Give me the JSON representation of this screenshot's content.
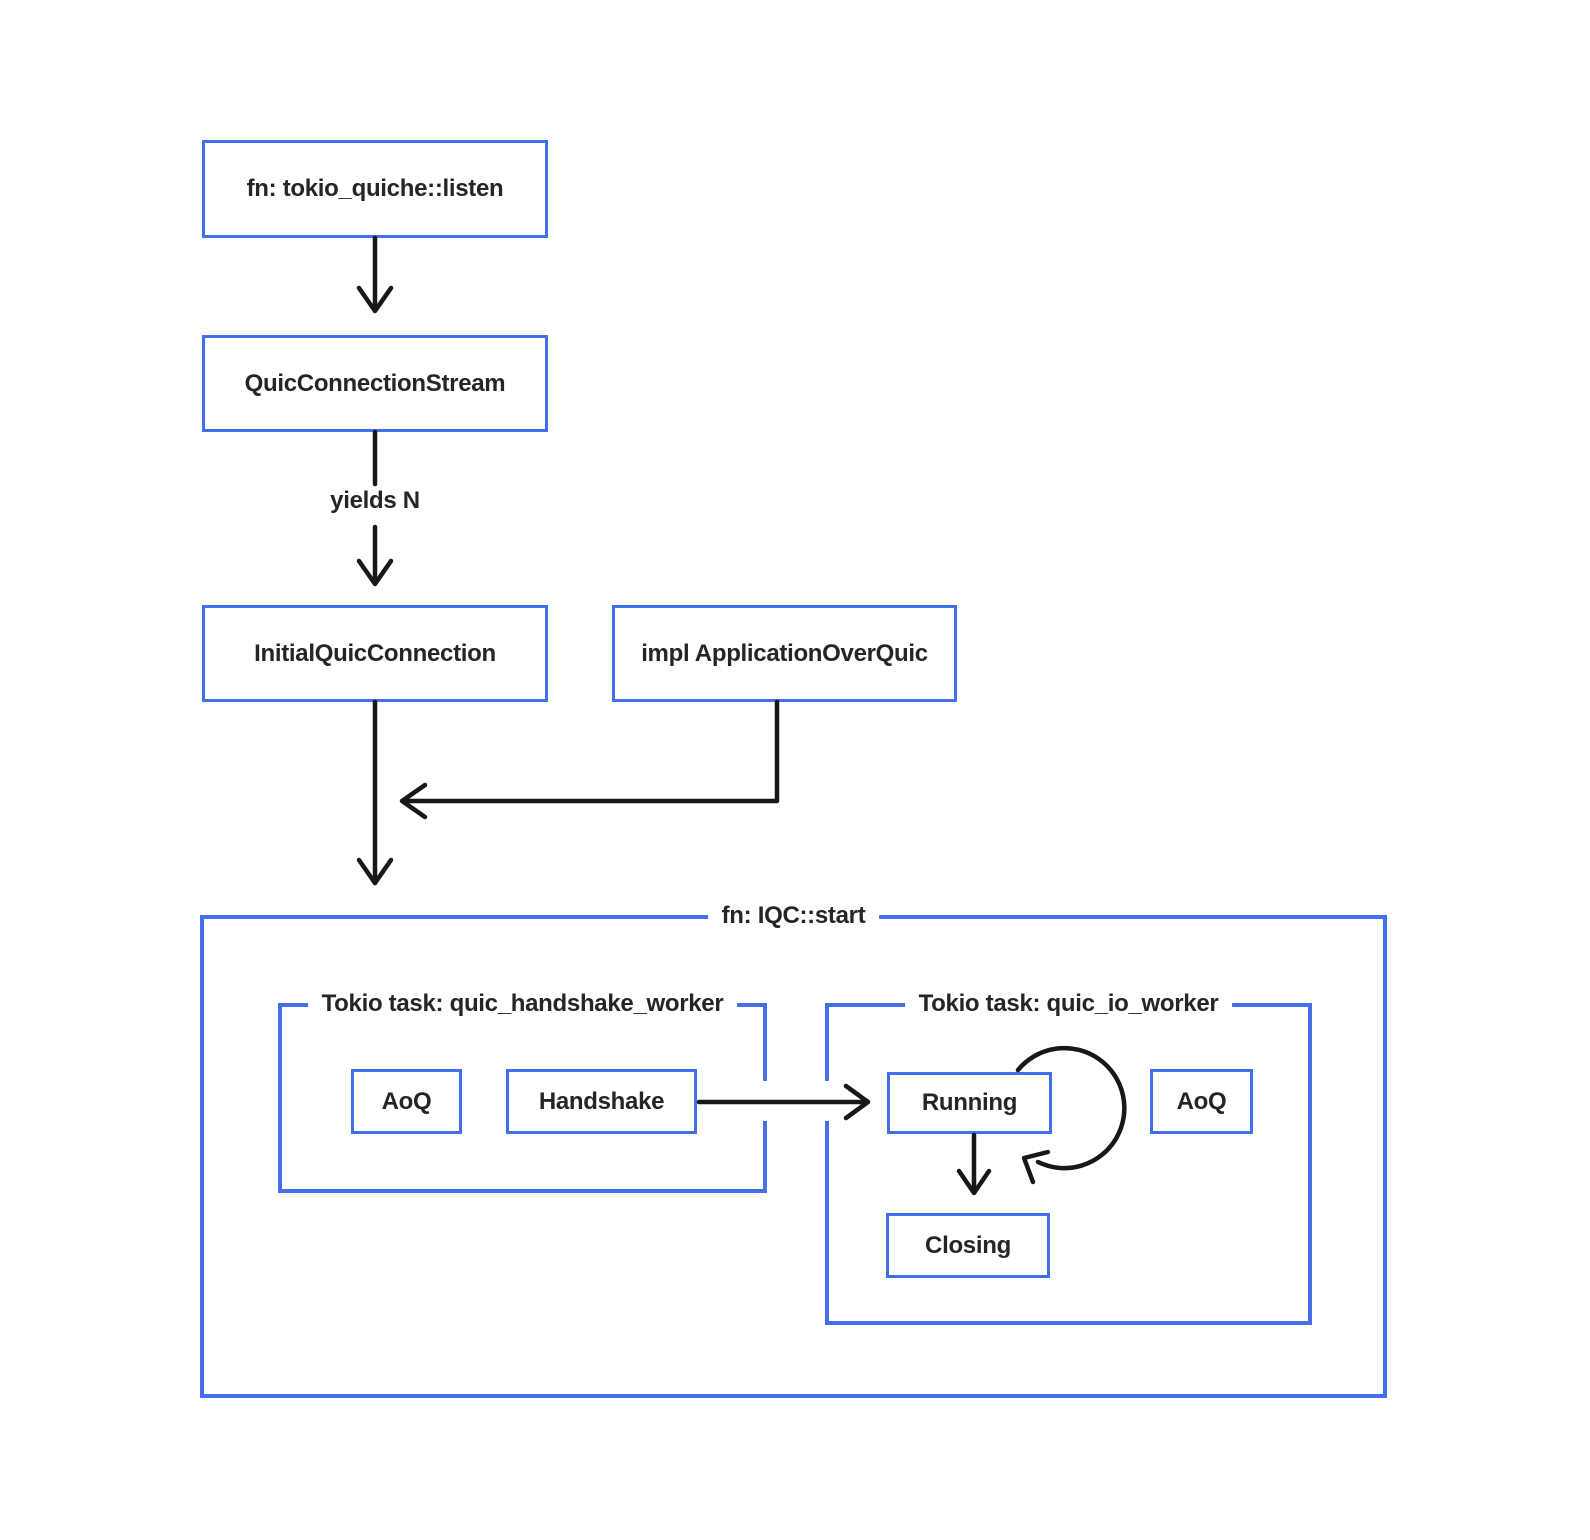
{
  "diagram": {
    "title_hint": "tokio_quiche connection startup flow",
    "colors": {
      "accent_blue": "#4170e8",
      "line_black": "#17181a",
      "text": "#232529",
      "background": "#ffffff"
    },
    "nodes": {
      "listen": "fn: tokio_quiche::listen",
      "quic_connection_stream": "QuicConnectionStream",
      "initial_quic_connection": "InitialQuicConnection",
      "impl_application_over_quic": "impl ApplicationOverQuic",
      "aoq_handshake": "AoQ",
      "handshake": "Handshake",
      "running": "Running",
      "aoq_io": "AoQ",
      "closing": "Closing"
    },
    "containers": {
      "iqc_start": "fn: IQC::start",
      "handshake_worker": "Tokio task: quic_handshake_worker",
      "io_worker": "Tokio task: quic_io_worker"
    },
    "edge_labels": {
      "yields": "yields N"
    }
  }
}
